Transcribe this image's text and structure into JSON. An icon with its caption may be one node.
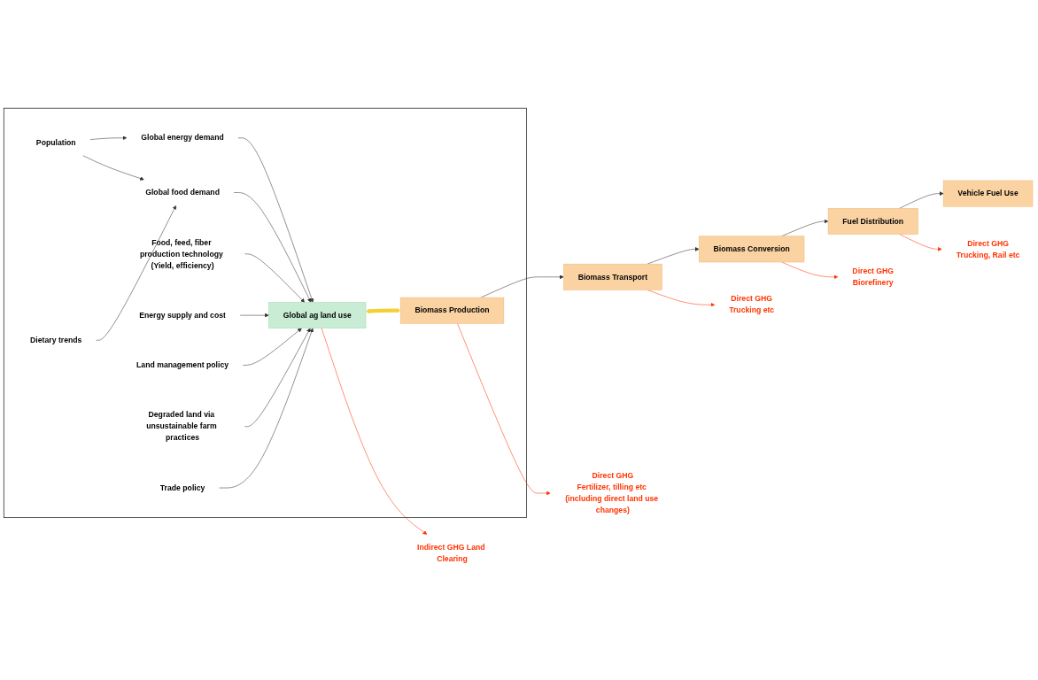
{
  "diagram": {
    "nodes": [
      {
        "text": [],
        "shape": "box"
      },
      {
        "text": [
          "Population"
        ],
        "in": 0
      },
      {
        "text": [
          "Dietary trends"
        ],
        "in": 0
      },
      {
        "text": [
          "Global energy demand"
        ],
        "in": 0
      },
      {
        "text": [
          "Global food demand"
        ],
        "in": 0
      },
      {
        "text": [
          "Food, feed, fiber production technology (Yield, efficiency)"
        ],
        "in": 0
      },
      {
        "text": [
          "Energy supply and cost"
        ],
        "in": 0
      },
      {
        "text": [
          "Global ag land use"
        ],
        "in": 0
      },
      {
        "text": [
          "Land management policy"
        ],
        "in": 0
      },
      {
        "text": [
          "Degraded land via unsustainable farm practices"
        ],
        "in": 0
      },
      {
        "text": [
          "Trade policy"
        ],
        "in": 0
      },
      {
        "text": [
          "Biomass Production"
        ],
        "in": 0
      },
      {
        "text": [
          "Biomass Transport"
        ]
      },
      {
        "text": [
          "Biomass Conversion"
        ]
      },
      {
        "text": [
          "Fuel Distribution"
        ]
      },
      {
        "text": [
          "Vehicle Fuel Use"
        ]
      },
      {
        "text": [
          "Indirect GHG Land Clearing"
        ]
      },
      {
        "text": [
          "Direct GHG",
          "Fertilizer, tilling etc (including direct land use changes)"
        ]
      },
      {
        "text": [
          "Direct GHG",
          "Trucking etc"
        ]
      },
      {
        "text": [
          "Direct GHG",
          "Biorefinery"
        ]
      },
      {
        "text": [
          "Direct GHG",
          "Trucking, Rail etc"
        ]
      }
    ],
    "edges": [
      {
        "from": 1,
        "to": 3,
        "arrow": "to"
      },
      {
        "from": 1,
        "to": 4,
        "arrow": "to"
      },
      {
        "from": 2,
        "to": 4,
        "arrow": "to"
      },
      {
        "from": 3,
        "to": 7,
        "arrow": "to"
      },
      {
        "from": 4,
        "to": 7,
        "arrow": "to"
      },
      {
        "from": 5,
        "to": 7,
        "arrow": "to"
      },
      {
        "from": 6,
        "to": 7,
        "arrow": "to"
      },
      {
        "from": 8,
        "to": 7,
        "arrow": "to"
      },
      {
        "from": 9,
        "to": 7,
        "arrow": "to"
      },
      {
        "from": 10,
        "to": 7,
        "arrow": "to"
      },
      {
        "from": 7,
        "to": 11,
        "arrow": "both",
        "style": "thick",
        "color": "#f5d033"
      },
      {
        "from": 11,
        "to": 12,
        "arrow": "to"
      },
      {
        "from": 12,
        "to": 13,
        "arrow": "to"
      },
      {
        "from": 13,
        "to": 14,
        "arrow": "to"
      },
      {
        "from": 14,
        "to": 15,
        "arrow": "to"
      },
      {
        "from": 7,
        "to": 16,
        "arrow": "to",
        "color": "#ff3300"
      },
      {
        "from": 11,
        "to": 17,
        "arrow": "to",
        "color": "#ff3300"
      },
      {
        "from": 12,
        "to": 18,
        "arrow": "to",
        "color": "#ff3300"
      },
      {
        "from": 13,
        "to": 19,
        "arrow": "to",
        "color": "#ff3300"
      },
      {
        "from": 14,
        "to": 20,
        "arrow": "to",
        "color": "#ff3300"
      }
    ]
  }
}
